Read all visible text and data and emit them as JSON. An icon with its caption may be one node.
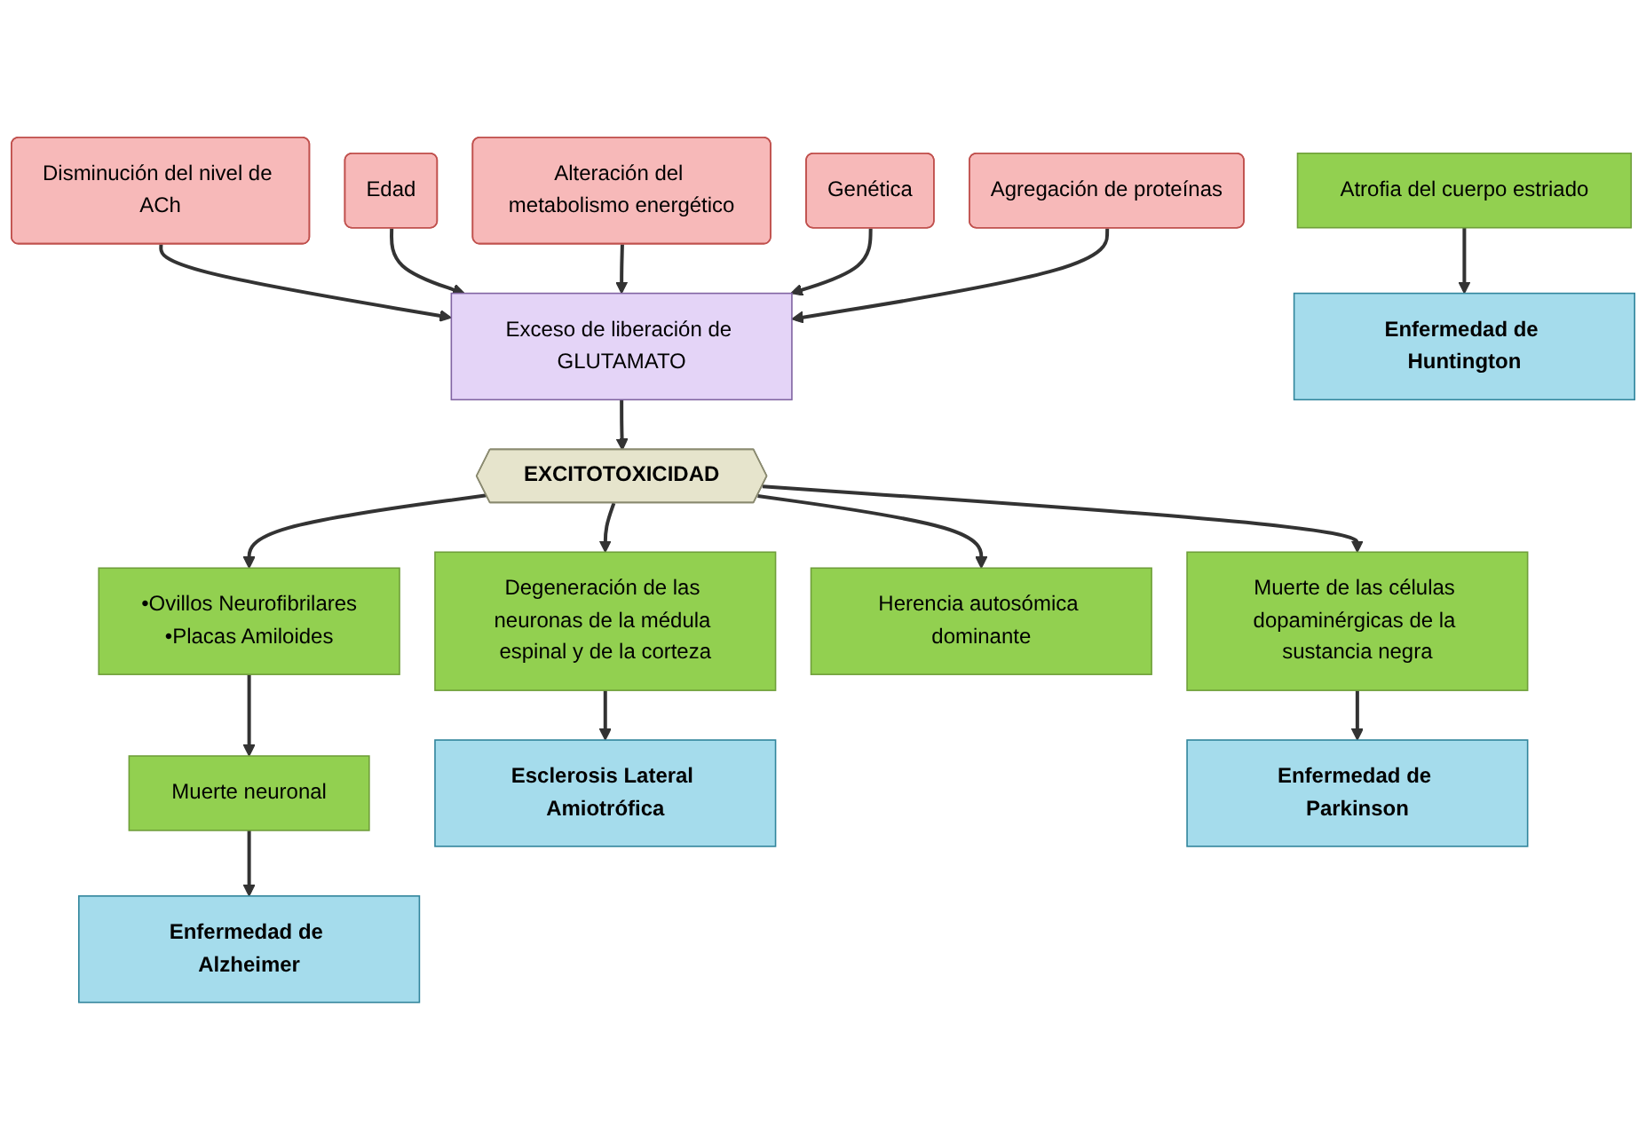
{
  "diagram": {
    "nodes": [
      {
        "text": [
          "Disminución del nivel de ACh"
        ]
      },
      {
        "text": [
          "Edad"
        ]
      },
      {
        "text": [
          "Alteración del metabolismo energético"
        ]
      },
      {
        "text": [
          "Genética"
        ]
      },
      {
        "text": [
          "Agregación de proteínas"
        ]
      },
      {
        "text": [
          "Exceso de liberación de GLUTAMATO"
        ]
      },
      {
        "text": [
          "EXCITOTOXICIDAD"
        ]
      },
      {
        "text": [
          "•Ovillos Neurofibrilares",
          "•Placas Amiloides"
        ]
      },
      {
        "text": [
          "Degeneración de las neuronas de la médula espinal y de la corteza"
        ]
      },
      {
        "text": [
          "Herencia autosómica dominante"
        ]
      },
      {
        "text": [
          "Muerte de las células dopaminérgicas de la sustancia negra"
        ]
      },
      {
        "text": [
          "Muerte neuronal"
        ]
      },
      {
        "text": [
          "Atrofia del cuerpo estriado"
        ]
      },
      {
        "text": [
          "Enfermedad de Alzheimer"
        ]
      },
      {
        "text": [
          "Esclerosis Lateral Amiotrófica"
        ]
      },
      {
        "text": [
          "Enfermedad de Huntington"
        ]
      },
      {
        "text": [
          "Enfermedad de Parkinson"
        ]
      }
    ],
    "edges": [
      {
        "from": 0,
        "to": 5,
        "arrow": "to"
      },
      {
        "from": 1,
        "to": 5,
        "arrow": "to"
      },
      {
        "from": 2,
        "to": 5,
        "arrow": "to"
      },
      {
        "from": 3,
        "to": 5,
        "arrow": "to"
      },
      {
        "from": 4,
        "to": 5,
        "arrow": "to"
      },
      {
        "from": 5,
        "to": 6,
        "arrow": "to"
      },
      {
        "from": 6,
        "to": 7,
        "arrow": "to"
      },
      {
        "from": 6,
        "to": 8,
        "arrow": "to"
      },
      {
        "from": 6,
        "to": 9,
        "arrow": "to"
      },
      {
        "from": 6,
        "to": 10,
        "arrow": "to"
      },
      {
        "from": 7,
        "to": 11,
        "arrow": "to"
      },
      {
        "from": 11,
        "to": 13,
        "arrow": "to"
      },
      {
        "from": 8,
        "to": 14,
        "arrow": "to"
      },
      {
        "from": 12,
        "to": 15,
        "arrow": "to"
      },
      {
        "from": 10,
        "to": 16,
        "arrow": "to"
      }
    ]
  }
}
